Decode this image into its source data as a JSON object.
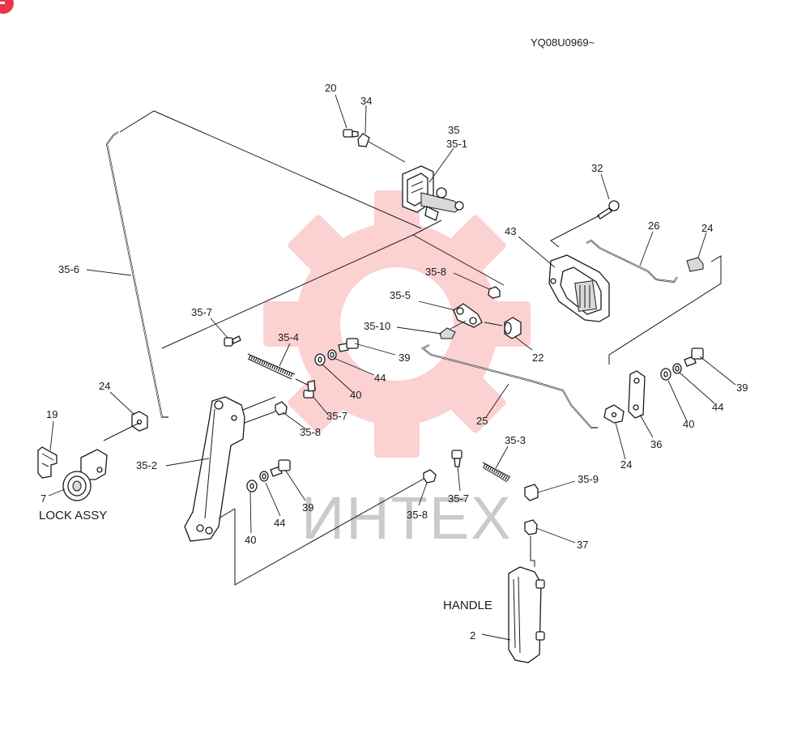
{
  "diagram": {
    "drawing_code": "YQ08U0969~",
    "watermark_text": "ИНТЕХ",
    "labels": {
      "p20": "20",
      "p34": "34",
      "p35": "35",
      "p35_1": "35-1",
      "p32": "32",
      "p26": "26",
      "p24_top": "24",
      "p43": "43",
      "p35_6": "35-6",
      "p35_8_top": "35-8",
      "p35_5": "35-5",
      "p35_7_left": "35-7",
      "p35_10": "35-10",
      "p22": "22",
      "p35_4": "35-4",
      "p39_mid": "39",
      "p44_mid": "44",
      "p40_mid": "40",
      "p35_7_mid": "35-7",
      "p35_8_mid": "35-8",
      "p24_left": "24",
      "p19": "19",
      "p25": "25",
      "p39_right": "39",
      "p44_right": "44",
      "p40_right": "40",
      "p36": "36",
      "p24_right": "24",
      "p35_2": "35-2",
      "p35_3": "35-3",
      "p35_9": "35-9",
      "p7": "7",
      "lock_assy": "LOCK ASSY",
      "p39_low": "39",
      "p44_low": "44",
      "p40_low": "40",
      "p35_7_low": "35-7",
      "p35_8_low": "35-8",
      "p37": "37",
      "handle": "HANDLE",
      "p2": "2"
    }
  },
  "colors": {
    "ink": "#1a1a1a",
    "watermark": "#f26b6b",
    "corner_badge": "#e8374a"
  }
}
